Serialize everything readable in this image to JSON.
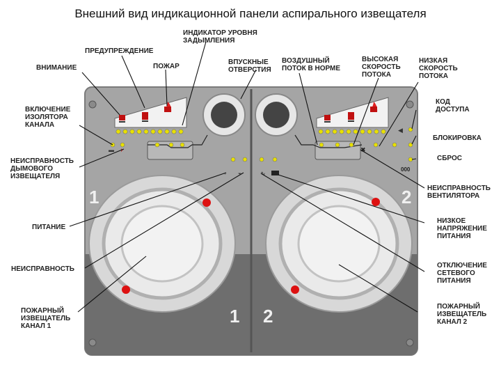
{
  "title": "Внешний вид индикационной панели аспирального извещателя",
  "labels": {
    "smoke_level": "ИНДИКАТОР УРОВНЯ\nЗАДЫМЛЕНИЯ",
    "warning": "ПРЕДУПРЕЖДЕНИЕ",
    "attention": "ВНИМАНИЕ",
    "fire": "ПОЖАР",
    "inlets": "ВПУСКНЫЕ\nОТВЕРСТИЯ",
    "airflow_normal": "ВОЗДУШНЫЙ\nПОТОК В НОРМЕ",
    "high_speed": "ВЫСОКАЯ\nСКОРОСТЬ\nПОТОКА",
    "low_speed": "НИЗКАЯ\nСКОРОСТЬ\nПОТОКА",
    "isolator": "ВКЛЮЧЕНИЕ\nИЗОЛЯТОРА\nКАНАЛА",
    "access_code": "КОД\nДОСТУПА",
    "blocking": "БЛОКИРОВКА",
    "reset": "СБРОС",
    "smoke_detector_fault": "НЕИСПРАВНОСТЬ\nДЫМОВОГО\nИЗВЕЩАТЕЛЯ",
    "fan_fault": "НЕИСПРАВНОСТЬ\nВЕНТИЛЯТОРА",
    "power": "ПИТАНИЕ",
    "low_voltage": "НИЗКОЕ\nНАПРЯЖЕНИЕ\nПИТАНИЯ",
    "fault": "НЕИСПРАВНОСТЬ",
    "mains_off": "ОТКЛЮЧЕНИЕ\nСЕТЕВОГО\nПИТАНИЯ",
    "detector_1": "ПОЖАРНЫЙ\nИЗВЕЩАТЕЛЬ\nКАНАЛ 1",
    "detector_2": "ПОЖАРНЫЙ\nИЗВЕЩАТЕЛЬ\nКАНАЛ 2"
  },
  "panel": {
    "channel_1": "1",
    "channel_2": "2",
    "reset_code": "000"
  },
  "colors": {
    "panel": "#a8a8a8",
    "panel_dark": "#6e6e6e",
    "led_yellow": "#e8e000",
    "led_red": "#dd1111",
    "lens": "#d8d8d8"
  }
}
